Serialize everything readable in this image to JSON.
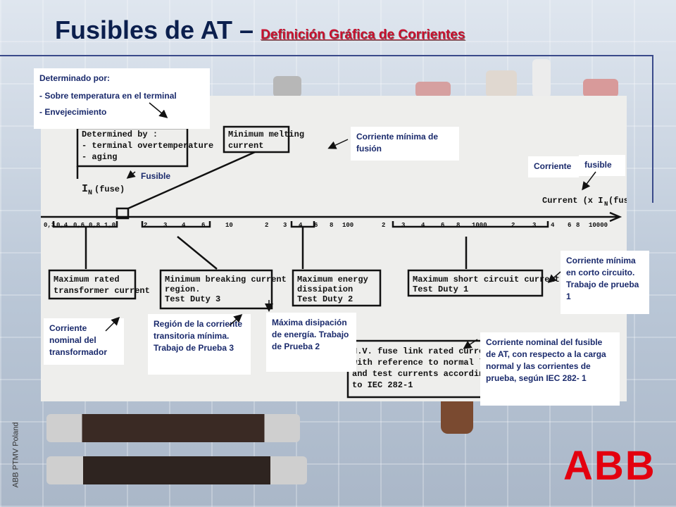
{
  "title": {
    "main": "Fusibles de AT – ",
    "sub": "Definición Gráfica de Corrientes"
  },
  "side_label": "ABB PTMV Poland",
  "logo": "ABB",
  "callouts": {
    "determinado": {
      "heading": "Determinado por:",
      "line1": "-  Sobre temperatura en   el    terminal",
      "line2": "-  Envejecimiento"
    },
    "min_fusion": "Corriente mínima de fusión",
    "fusible": "Fusible",
    "corriente_fusible_a": "Corriente",
    "corriente_fusible_b": "fusible",
    "corto_circuito": "Corriente mínima en corto circuito. Trabajo de prueba 1",
    "nominal_transformador": "Corriente nominal del transformador",
    "region": "Región de la corriente transitoria mínima. Trabajo de Prueba 3",
    "max_disipacion": "Máxima disipación de energía. Trabajo de Prueba 2",
    "nominal_fusible": "Corriente nominal del fusible de AT, con respecto a la carga normal y las corrientes de prueba, según IEC 282- 1"
  },
  "scan": {
    "determined_by": "Determined by :",
    "terminal_overtemp": "- terminal overtemperature",
    "aging": "- aging",
    "min_melting_1": "Minimum  melting",
    "min_melting_2": "current",
    "in_fuse": "I",
    "in_fuse_sub": "N",
    "in_fuse_tail": "(fuse)",
    "current_axis": "Current (x I",
    "current_axis_sub": "N",
    "current_axis_tail": "(fuse)",
    "ticks": [
      "0,3",
      "0,4",
      "0,6",
      "0,8",
      "1,0",
      "2",
      "3",
      "4",
      "6",
      "10",
      "2",
      "3",
      "4",
      "6",
      "8",
      "100",
      "2",
      "3",
      "4",
      "6",
      "8",
      "1000",
      "2",
      "3",
      "4",
      "6",
      "8",
      "10000"
    ],
    "max_rated_1": "Maximum  rated",
    "max_rated_2": "transformer current",
    "min_breaking_1": "Minimum breaking current",
    "min_breaking_2": "region.",
    "min_breaking_3": "Test Duty 3",
    "max_energy_1": "Maximum energy",
    "max_energy_2": "dissipation",
    "max_energy_3": "Test Duty 2",
    "max_short_1": "Maximum short circuit current",
    "max_short_2": "Test Duty 1",
    "hv_1": "H.V. fuse link rated current",
    "hv_2": "with reference to normal load",
    "hv_3": "and test currents according",
    "hv_4": "to IEC 282-1"
  }
}
